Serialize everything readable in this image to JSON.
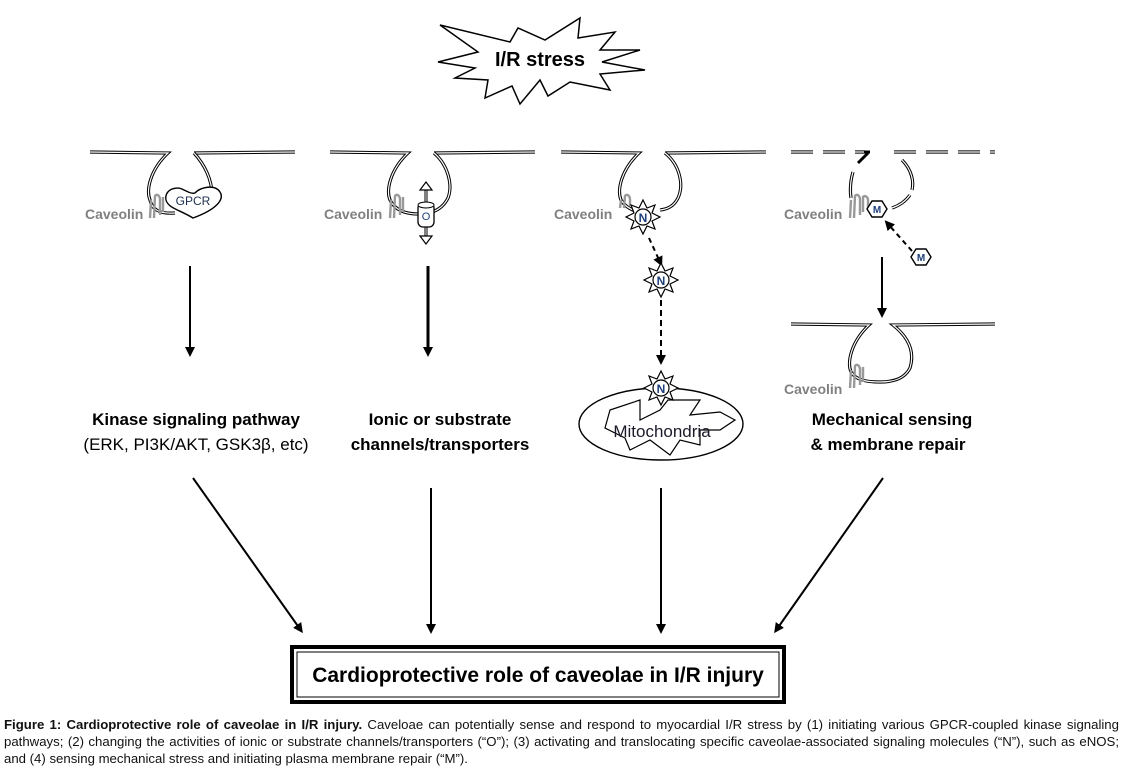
{
  "figure": {
    "stress_label": "I/R stress",
    "caveolin_label": "Caveolin",
    "columns": [
      {
        "id": "kinase",
        "molecule_label": "GPCR",
        "title_line1": "Kinase signaling pathway",
        "title_line2": "(ERK, PI3K/AKT, GSK3β, etc)"
      },
      {
        "id": "channels",
        "molecule_label": "O",
        "title_line1": "Ionic or substrate",
        "title_line2": "channels/transporters"
      },
      {
        "id": "signaling-molecules",
        "molecule_label": "N",
        "title_line1": "Mitochondria",
        "title_line2": ""
      },
      {
        "id": "mechanical",
        "molecule_label": "M",
        "title_line1": "Mechanical sensing",
        "title_line2": "& membrane repair"
      }
    ],
    "outcome_label": "Cardioprotective role of caveolae in I/R injury"
  },
  "caption": {
    "bold": "Figure 1: Cardioprotective role of caveolae in I/R injury.",
    "text": " Caveloae can potentially sense and respond to myocardial I/R stress by (1) initiating various GPCR-coupled kinase signaling pathways; (2) changing the activities of ionic or substrate channels/transporters (“O”); (3) activating and translocating specific caveolae-associated signaling molecules (“N”), such as eNOS; and (4) sensing mechanical stress and initiating plasma membrane repair (“M”)."
  },
  "colors": {
    "ink": "#000000",
    "caveolin": "#8a8a8a",
    "molecule_text": "#1f3f7a"
  }
}
